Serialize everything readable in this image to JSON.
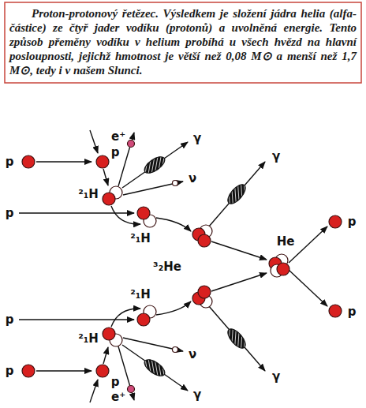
{
  "diagram": {
    "caption": "Proton-protonový řetězec. Výsledkem je složení jádra helia (alfa-částice) ze čtyř jader vodíku (protonů) a uvolněná energie. Tento způsob přeměny vodíku v helium probíhá u všech hvězd na hlavní posloupnosti, jejichž hmotnost je větší než 0,08 M⊙ a menší než 1,7 M⊙, tedy i v našem Slunci.",
    "labels": [
      "p",
      "p",
      "e⁺",
      "γ",
      "ν",
      "²₁H",
      "p",
      "²₁H",
      "γ",
      "He",
      "p",
      "³₂He",
      "p",
      "²₁H",
      "p",
      "²₁H",
      "ν",
      "γ",
      "p",
      "p",
      "γ",
      "e⁺"
    ]
  }
}
